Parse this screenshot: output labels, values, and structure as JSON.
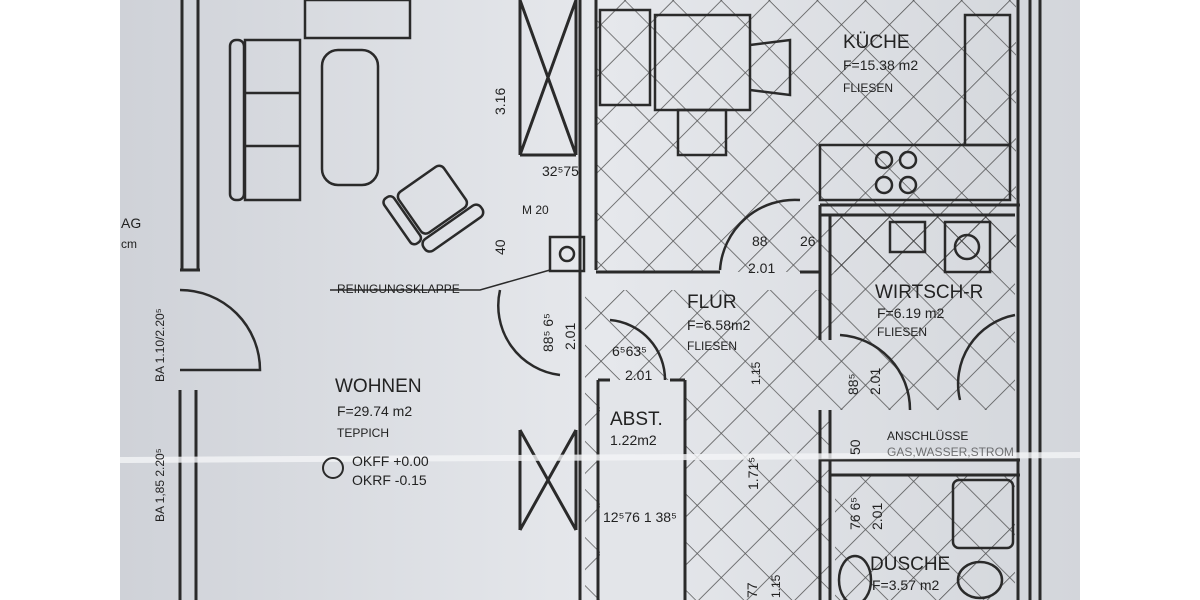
{
  "rooms": {
    "kueche": {
      "name": "KÜCHE",
      "area": "F=15.38 m2",
      "floor": "FLIESEN"
    },
    "wirtsch": {
      "name": "WIRTSCH-R",
      "area": "F=6.19 m2",
      "floor": "FLIESEN"
    },
    "flur": {
      "name": "FLUR",
      "area": "F=6.58m2",
      "floor": "FLIESEN"
    },
    "wohnen": {
      "name": "WOHNEN",
      "area": "F=29.74 m2",
      "floor": "TEPPICH",
      "okff": "OKFF +0.00",
      "okrf": "OKRF -0.15"
    },
    "abst": {
      "name": "ABST.",
      "area": "1.22m2"
    },
    "dusche": {
      "name": "DUSCHE",
      "area": "F=3.57 m2"
    }
  },
  "notes": {
    "reinigungsklappe": "REINIGUNGSKLAPPE",
    "anschluesse": "ANSCHLÜSSE",
    "anschluesse_detail": "GAS,WASSER,STROM",
    "edge_top": "AG",
    "edge_unit": "cm",
    "window1": "BA 1.10/2.20⁵",
    "window2": "BA 1,85 2.20⁵"
  },
  "dimensions": {
    "d316": "3.16",
    "d3275": "32⁵75",
    "m20": "M 20",
    "d40": "40",
    "d8865": "88⁵ 6⁵",
    "d201a": "2.01",
    "d6563": "6⁵63⁵",
    "d201b": "2.01",
    "d88": "88",
    "d26": "26",
    "d201c": "2.01",
    "d115": "1.15",
    "d1715": "1.71⁵",
    "d885": "88⁵",
    "d201d": "2.01",
    "d50": "50",
    "d7665": "76 6⁵",
    "d201e": "2.01",
    "d1276": "12⁵76 1 38⁵",
    "d77": "77",
    "d115b": "1.15"
  },
  "colors": {
    "paper": "#dfe1e5",
    "ink": "#2a2a2a"
  }
}
